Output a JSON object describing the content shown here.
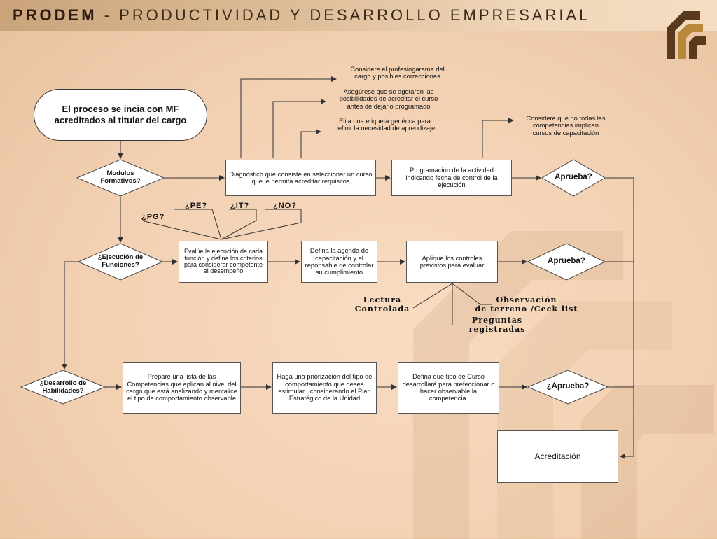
{
  "header": {
    "brand": "PRODEM",
    "separator": "-",
    "subtitle": "PRODUCTIVIDAD Y DESARROLLO EMPRESARIAL"
  },
  "colors": {
    "header_text": "#3a2a1a",
    "logo_brown": "#5a3a1c",
    "logo_gold": "#b8893a"
  },
  "start": {
    "text": "El proceso se incia con MF acreditados al titular del cargo"
  },
  "notes": {
    "profesiograma": "Considere el profesiogarama del\ncargo  y posibles correcciones",
    "agotaron": "Asegúrese  que se agotaron las\nposibilidades de acreditar el curso\nantes de dejarlo programado",
    "etiqueta": "Elija una etiqueta genérica para\ndefinir la necesidad de aprendizaje",
    "competencias": "Considere que no todas las\ncompetencias implican\ncursos de capacitación"
  },
  "decisions": {
    "modulos": "Modulos\nFormativos?",
    "ejecucion": "¿Ejecución de\nFunciones?",
    "desarrollo": "¿Desarrollo de\nHabilidades?",
    "aprueba1": "Aprueba?",
    "aprueba2": "Aprueba?",
    "aprueba3": "¿Aprueba?"
  },
  "boxes": {
    "diagnostico": "Diagnóstico que consiste en seleccionar un curso que le permita acreditar requisitos",
    "programacion": "Programación de la actividad indicando fecha de control de la ejecución",
    "evalue": "Evalúe la ejecución de cada función y defina los criterios para considerar competente el desempeño",
    "agenda": "Defina la agenda de capacitación y el reponsable de controlar su cumplimiento",
    "controles": "Aplique los controles previstos para evaluar",
    "prepare": "Prepare una lista de las Competencias que aplican al nivel del cargo que está analizando y mentalice el tipo de comportamiento observable",
    "priorizacion": "Haga una priorización del tipo de comportamiento que desea estimular , considerando el Plan Estratégico de la Unidad",
    "curso": "Defina que tipo de Curso desarrollará para prefeccionar o hacer observable la competencia.",
    "acreditacion": "Acreditación"
  },
  "questions": {
    "pe": "¿PE?",
    "it": "¿IT?",
    "no": "¿NO?",
    "pg": "¿PG?"
  },
  "methods": {
    "lectura": "Lectura\nControlada",
    "observacion": "Observación\nde terreno /Ceck list",
    "preguntas": "Preguntas\nregistradas"
  }
}
